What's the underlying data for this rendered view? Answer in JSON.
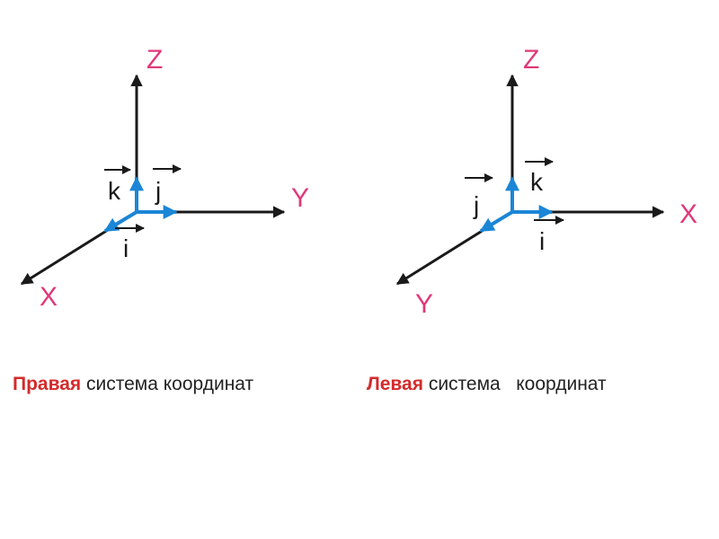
{
  "colors": {
    "axis": "#1a1a1a",
    "unit_vector": "#1b86d6",
    "axis_label": "#e0387a",
    "caption_accent": "#d42a2a",
    "caption_text": "#222222"
  },
  "right_system": {
    "axis_labels": {
      "z": "Z",
      "y": "Y",
      "x": "X"
    },
    "vector_labels": {
      "k": "k",
      "j": "j",
      "i": "i"
    },
    "caption": {
      "accent": "Правая",
      "rest": " система координат"
    }
  },
  "left_system": {
    "axis_labels": {
      "z": "Z",
      "x": "X",
      "y": "Y"
    },
    "vector_labels": {
      "j": "j",
      "k": "k",
      "i": "i"
    },
    "caption": {
      "accent": "Левая",
      "rest": " система   координат"
    }
  }
}
